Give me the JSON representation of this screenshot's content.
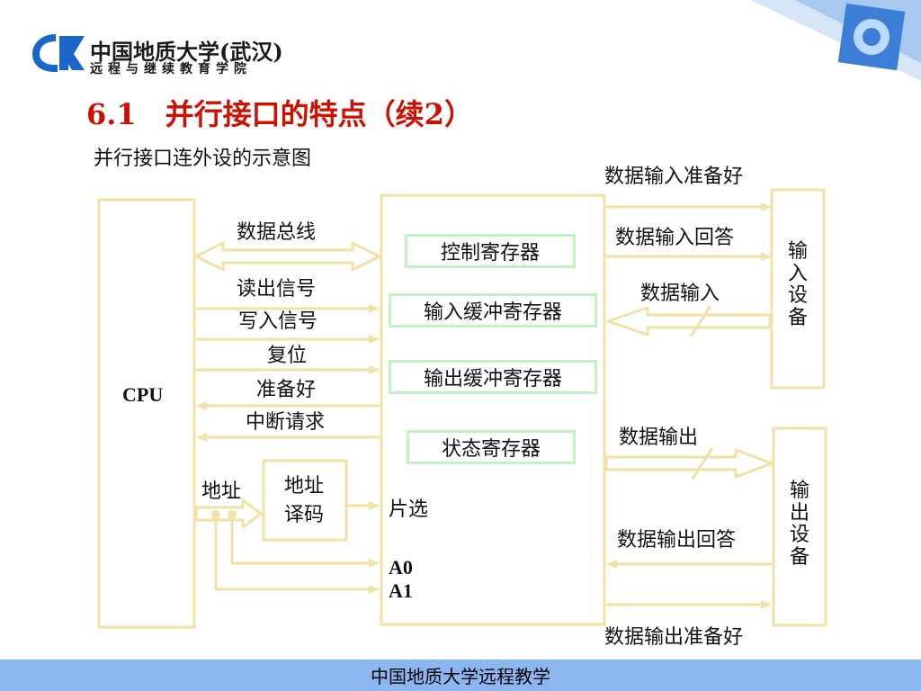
{
  "header": {
    "logo_line1": "中国地质大学(武汉)",
    "logo_line2": "远程与继续教育学院"
  },
  "slide": {
    "title": "6.1　并行接口的特点（续2）",
    "subtitle": "并行接口连外设的示意图"
  },
  "diagram": {
    "cpu_label": "CPU",
    "registers": {
      "control": "控制寄存器",
      "input_buffer": "输入缓冲寄存器",
      "output_buffer": "输出缓冲寄存器",
      "status": "状态寄存器"
    },
    "cpu_signals": {
      "data_bus": "数据总线",
      "read": "读出信号",
      "write": "写入信号",
      "reset": "复位",
      "ready": "准备好",
      "interrupt": "中断请求"
    },
    "address": {
      "label": "地址",
      "decoder_line1": "地址",
      "decoder_line2": "译码",
      "chip_select": "片选",
      "a0": "A0",
      "a1": "A1"
    },
    "input_device": {
      "chars": [
        "输",
        "入",
        "设",
        "备"
      ],
      "ready": "数据输入准备好",
      "ack": "数据输入回答",
      "data": "数据输入"
    },
    "output_device": {
      "chars": [
        "输",
        "出",
        "设",
        "备"
      ],
      "data": "数据输出",
      "ack": "数据输出回答",
      "ready": "数据输出准备好"
    }
  },
  "footer": {
    "text": "中国地质大学远程教学"
  },
  "colors": {
    "box_border": "#f2e2a6",
    "arrow": "#f2e2a6",
    "register_border": "#c4f0c4",
    "title": "#cc1100",
    "footer_bg": "#8cb6f0"
  }
}
